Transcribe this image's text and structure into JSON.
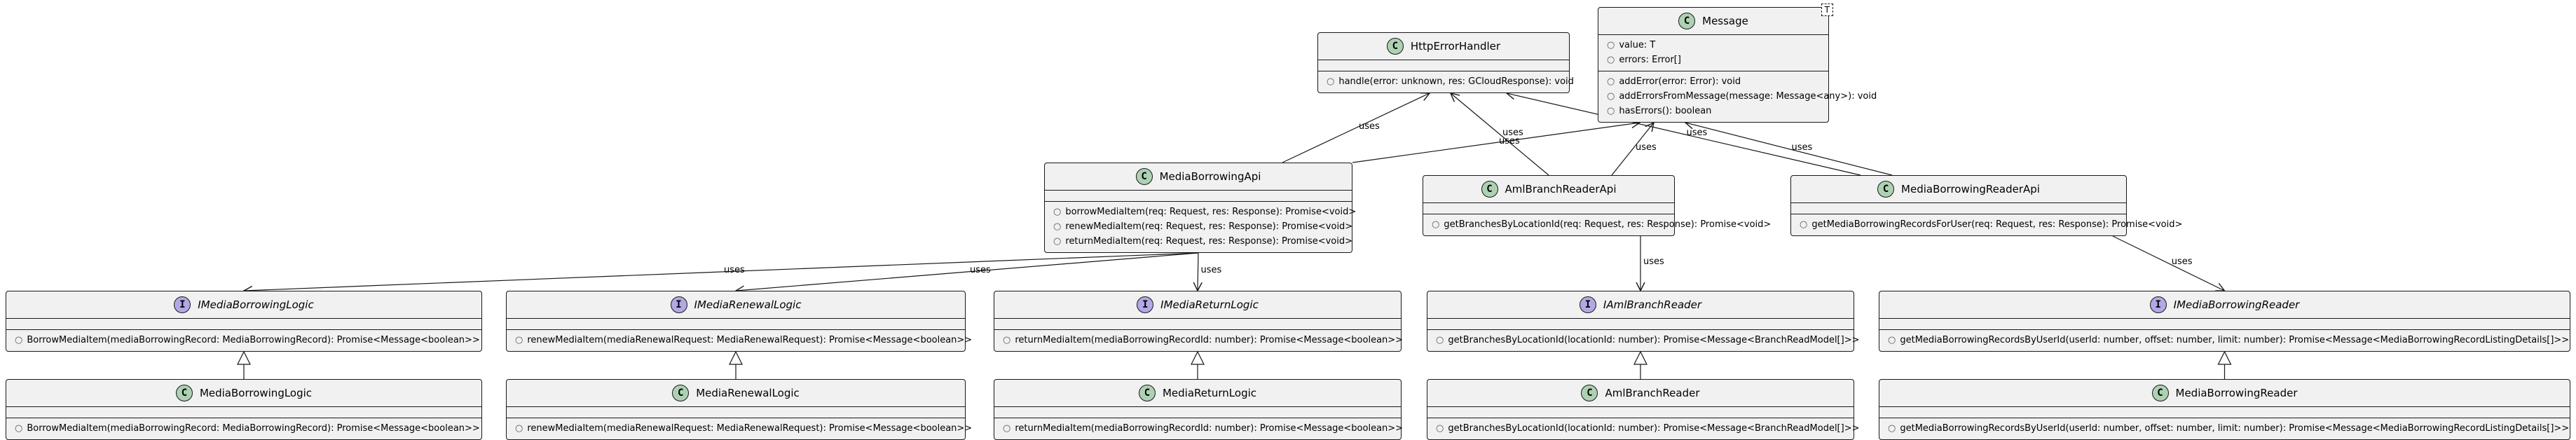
{
  "diagram": {
    "edge_label": "uses",
    "classes": {
      "HttpErrorHandler": {
        "stereotype": "C",
        "name": "HttpErrorHandler",
        "fields": [],
        "methods": [
          "handle(error: unknown, res: GCloudResponse): void"
        ]
      },
      "Message": {
        "stereotype": "C",
        "name": "Message",
        "type_param": "T",
        "fields": [
          "value: T",
          "errors: Error[]"
        ],
        "methods": [
          "addError(error: Error): void",
          "addErrorsFromMessage(message: Message<any>): void",
          "hasErrors(): boolean"
        ]
      },
      "MediaBorrowingApi": {
        "stereotype": "C",
        "name": "MediaBorrowingApi",
        "fields": [],
        "methods": [
          "borrowMediaItem(req: Request, res: Response): Promise<void>",
          "renewMediaItem(req: Request, res: Response): Promise<void>",
          "returnMediaItem(req: Request, res: Response): Promise<void>"
        ]
      },
      "AmlBranchReaderApi": {
        "stereotype": "C",
        "name": "AmlBranchReaderApi",
        "fields": [],
        "methods": [
          "getBranchesByLocationId(req: Request, res: Response): Promise<void>"
        ]
      },
      "MediaBorrowingReaderApi": {
        "stereotype": "C",
        "name": "MediaBorrowingReaderApi",
        "fields": [],
        "methods": [
          "getMediaBorrowingRecordsForUser(req: Request, res: Response): Promise<void>"
        ]
      },
      "IMediaBorrowingLogic": {
        "stereotype": "I",
        "name": "IMediaBorrowingLogic",
        "fields": [],
        "methods": [
          "BorrowMediaItem(mediaBorrowingRecord: MediaBorrowingRecord): Promise<Message<boolean>>"
        ]
      },
      "IMediaRenewalLogic": {
        "stereotype": "I",
        "name": "IMediaRenewalLogic",
        "fields": [],
        "methods": [
          "renewMediaItem(mediaRenewalRequest: MediaRenewalRequest): Promise<Message<boolean>>"
        ]
      },
      "IMediaReturnLogic": {
        "stereotype": "I",
        "name": "IMediaReturnLogic",
        "fields": [],
        "methods": [
          "returnMediaItem(mediaBorrowingRecordId: number): Promise<Message<boolean>>"
        ]
      },
      "IAmlBranchReader": {
        "stereotype": "I",
        "name": "IAmlBranchReader",
        "fields": [],
        "methods": [
          "getBranchesByLocationId(locationId: number): Promise<Message<BranchReadModel[]>>"
        ]
      },
      "IMediaBorrowingReader": {
        "stereotype": "I",
        "name": "IMediaBorrowingReader",
        "fields": [],
        "methods": [
          "getMediaBorrowingRecordsByUserId(userId: number, offset: number, limit: number): Promise<Message<MediaBorrowingRecordListingDetails[]>>"
        ]
      },
      "MediaBorrowingLogic": {
        "stereotype": "C",
        "name": "MediaBorrowingLogic",
        "fields": [],
        "methods": [
          "BorrowMediaItem(mediaBorrowingRecord: MediaBorrowingRecord): Promise<Message<boolean>>"
        ]
      },
      "MediaRenewalLogic": {
        "stereotype": "C",
        "name": "MediaRenewalLogic",
        "fields": [],
        "methods": [
          "renewMediaItem(mediaRenewalRequest: MediaRenewalRequest): Promise<Message<boolean>>"
        ]
      },
      "MediaReturnLogic": {
        "stereotype": "C",
        "name": "MediaReturnLogic",
        "fields": [],
        "methods": [
          "returnMediaItem(mediaBorrowingRecordId: number): Promise<Message<boolean>>"
        ]
      },
      "AmlBranchReader": {
        "stereotype": "C",
        "name": "AmlBranchReader",
        "fields": [],
        "methods": [
          "getBranchesByLocationId(locationId: number): Promise<Message<BranchReadModel[]>>"
        ]
      },
      "MediaBorrowingReader": {
        "stereotype": "C",
        "name": "MediaBorrowingReader",
        "fields": [],
        "methods": [
          "getMediaBorrowingRecordsByUserId(userId: number, offset: number, limit: number): Promise<Message<MediaBorrowingRecordListingDetails[]>>"
        ]
      }
    },
    "relations": [
      {
        "from": "MediaBorrowingApi",
        "to": "HttpErrorHandler",
        "kind": "uses"
      },
      {
        "from": "MediaBorrowingApi",
        "to": "Message",
        "kind": "uses"
      },
      {
        "from": "AmlBranchReaderApi",
        "to": "HttpErrorHandler",
        "kind": "uses"
      },
      {
        "from": "AmlBranchReaderApi",
        "to": "Message",
        "kind": "uses"
      },
      {
        "from": "MediaBorrowingReaderApi",
        "to": "HttpErrorHandler",
        "kind": "uses"
      },
      {
        "from": "MediaBorrowingReaderApi",
        "to": "Message",
        "kind": "uses"
      },
      {
        "from": "MediaBorrowingApi",
        "to": "IMediaBorrowingLogic",
        "kind": "uses"
      },
      {
        "from": "MediaBorrowingApi",
        "to": "IMediaRenewalLogic",
        "kind": "uses"
      },
      {
        "from": "MediaBorrowingApi",
        "to": "IMediaReturnLogic",
        "kind": "uses"
      },
      {
        "from": "AmlBranchReaderApi",
        "to": "IAmlBranchReader",
        "kind": "uses"
      },
      {
        "from": "MediaBorrowingReaderApi",
        "to": "IMediaBorrowingReader",
        "kind": "uses"
      },
      {
        "from": "MediaBorrowingLogic",
        "to": "IMediaBorrowingLogic",
        "kind": "implements"
      },
      {
        "from": "MediaRenewalLogic",
        "to": "IMediaRenewalLogic",
        "kind": "implements"
      },
      {
        "from": "MediaReturnLogic",
        "to": "IMediaReturnLogic",
        "kind": "implements"
      },
      {
        "from": "AmlBranchReader",
        "to": "IAmlBranchReader",
        "kind": "implements"
      },
      {
        "from": "MediaBorrowingReader",
        "to": "IMediaBorrowingReader",
        "kind": "implements"
      }
    ]
  }
}
